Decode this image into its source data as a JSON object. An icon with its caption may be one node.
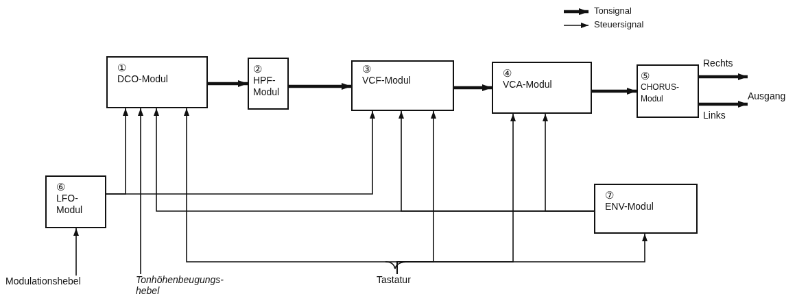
{
  "diagram": {
    "nodes": [
      {
        "text": [
          "①",
          "DCO-Modul"
        ]
      },
      {
        "text": [
          "②",
          "HPF- Modul"
        ]
      },
      {
        "text": [
          "③",
          "VCF-Modul"
        ]
      },
      {
        "text": [
          "④",
          "VCA-Modul"
        ]
      },
      {
        "text": [
          "⑤",
          "CHORUS- Modul"
        ]
      },
      {
        "text": [
          "⑥",
          "LFO- Modul"
        ]
      },
      {
        "text": [
          "⑦",
          "ENV-Modul"
        ]
      },
      {
        "text": [
          "Modulationshebel"
        ]
      },
      {
        "text": [
          "Tonhöhenbeugungs- hebel"
        ]
      },
      {
        "text": [
          "Tastatur"
        ]
      },
      {
        "text": [
          "Ausgang"
        ]
      }
    ],
    "edges": [
      {
        "from": 0,
        "to": 1,
        "arrow": "to",
        "style": "thick"
      },
      {
        "from": 1,
        "to": 2,
        "arrow": "to",
        "style": "thick"
      },
      {
        "from": 2,
        "to": 3,
        "arrow": "to",
        "style": "thick"
      },
      {
        "from": 3,
        "to": 4,
        "arrow": "to",
        "style": "thick"
      },
      {
        "from": 4,
        "to": 10,
        "arrow": "to",
        "style": "thick",
        "label": "Rechts"
      },
      {
        "from": 4,
        "to": 10,
        "arrow": "to",
        "style": "thick",
        "label": "Links"
      },
      {
        "from": 7,
        "to": 5,
        "arrow": "to"
      },
      {
        "from": 8,
        "to": 0,
        "arrow": "to"
      },
      {
        "from": 5,
        "to": 0,
        "arrow": "to"
      },
      {
        "from": 5,
        "to": 2,
        "arrow": "to"
      },
      {
        "from": 6,
        "to": 0,
        "arrow": "to"
      },
      {
        "from": 6,
        "to": 2,
        "arrow": "to"
      },
      {
        "from": 6,
        "to": 3,
        "arrow": "to"
      },
      {
        "from": 9,
        "to": 0,
        "arrow": "to"
      },
      {
        "from": 9,
        "to": 2,
        "arrow": "to"
      },
      {
        "from": 9,
        "to": 3,
        "arrow": "to"
      },
      {
        "from": 9,
        "to": 6,
        "arrow": "to"
      }
    ],
    "legend": [
      {
        "text": "Tonsignal"
      },
      {
        "text": "Steuersignal"
      }
    ]
  }
}
